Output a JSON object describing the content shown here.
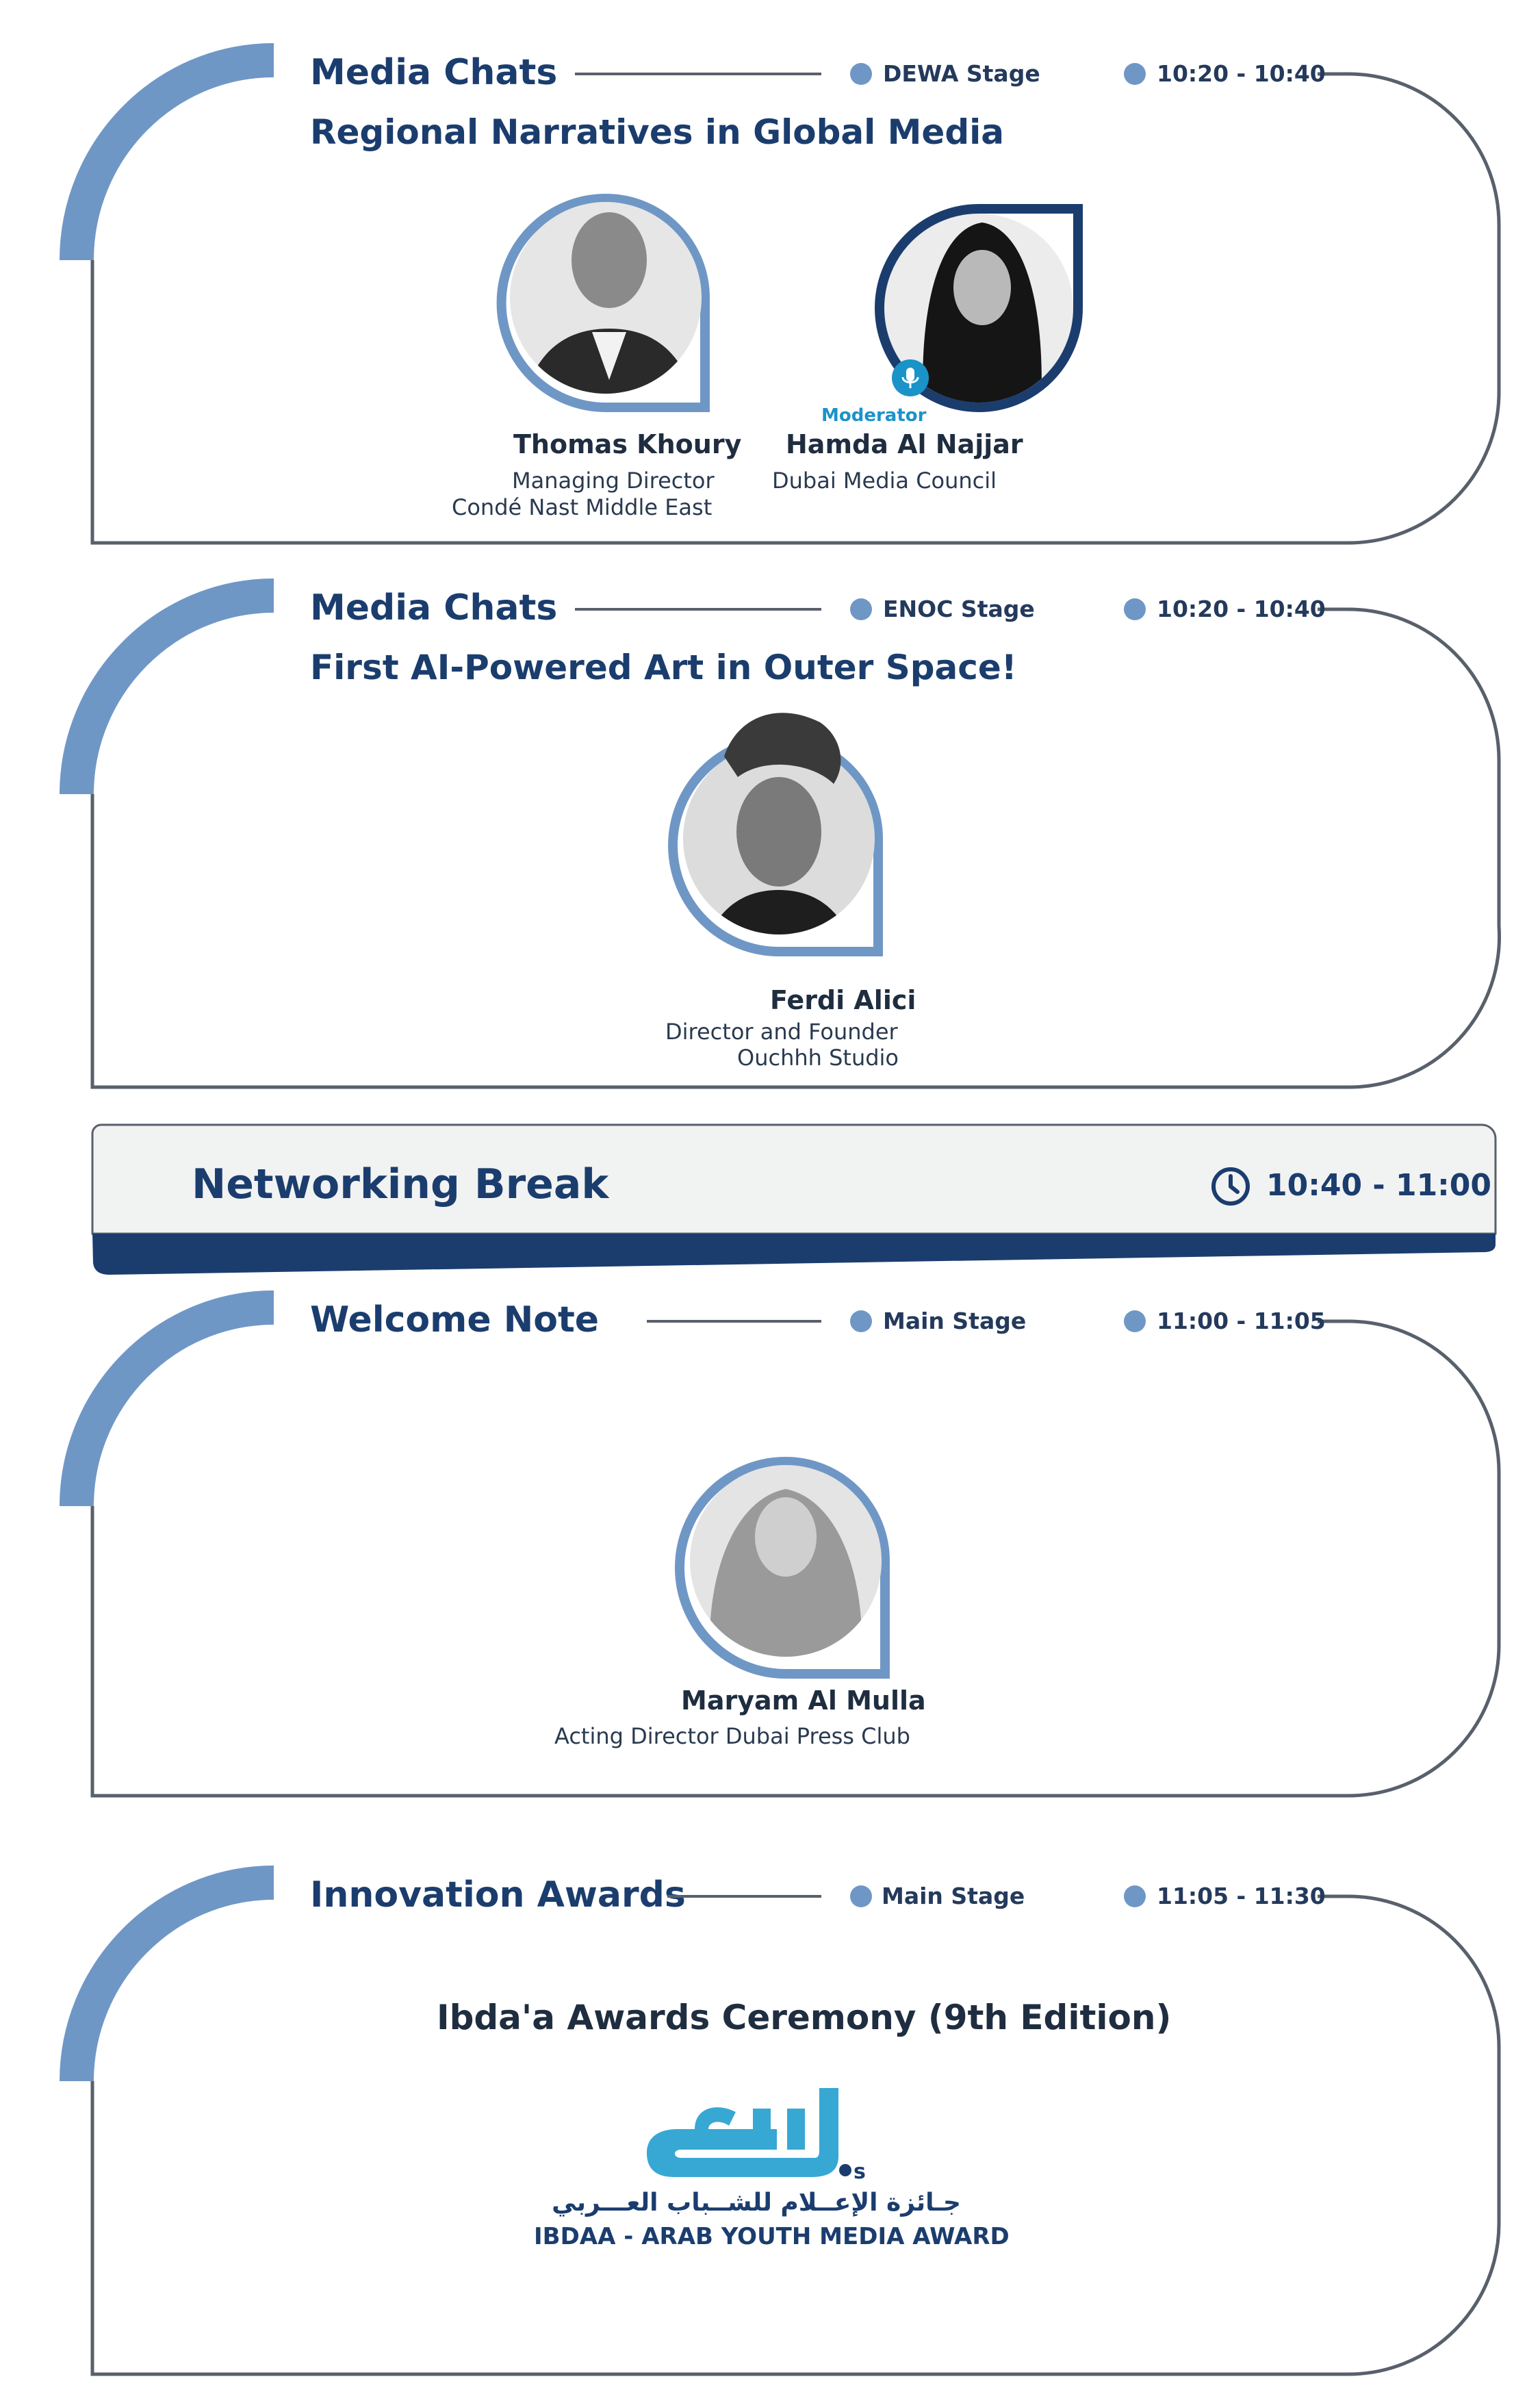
{
  "sessions": [
    {
      "category": "Media Chats",
      "stage": "DEWA Stage",
      "time": "10:20 - 10:40",
      "title": "Regional Narratives in Global Media",
      "speakers": [
        {
          "name": "Thomas Khoury",
          "role_line1": "Managing Director",
          "role_line2": "Condé Nast Middle East"
        },
        {
          "name": "Hamda Al Najjar",
          "role_line1": "Dubai Media Council",
          "badge": "Moderator"
        }
      ]
    },
    {
      "category": "Media Chats",
      "stage": "ENOC Stage",
      "time": "10:20 - 10:40",
      "title": "First AI-Powered Art in Outer Space!",
      "speakers": [
        {
          "name": "Ferdi Alici",
          "role_line1": "Director and Founder",
          "role_line2": "Ouchhh Studio"
        }
      ]
    },
    {
      "category": "Welcome Note",
      "stage": "Main Stage",
      "time": "11:00 - 11:05",
      "speakers": [
        {
          "name": "Maryam Al Mulla",
          "role_line1": "Acting Director Dubai Press Club"
        }
      ]
    },
    {
      "category": "Innovation Awards",
      "stage": "Main Stage",
      "time": "11:05 - 11:30",
      "title": "Ibda'a Awards Ceremony (9th Edition)",
      "logo": {
        "arabic_wordmark": "ابداع",
        "arabic_line": "جـائزة الإعــلام للشــباب العـــربي",
        "english_line": "IBDAA - ARAB YOUTH MEDIA AWARD"
      }
    }
  ],
  "networking_break": {
    "title": "Networking Break",
    "time": "10:40 - 11:00",
    "icon": "clock-icon"
  },
  "colors": {
    "navy": "#1b3d6e",
    "accent_blue": "#6f97c6",
    "outline_gray": "#58606b",
    "moderator_cyan": "#1a93c9"
  }
}
